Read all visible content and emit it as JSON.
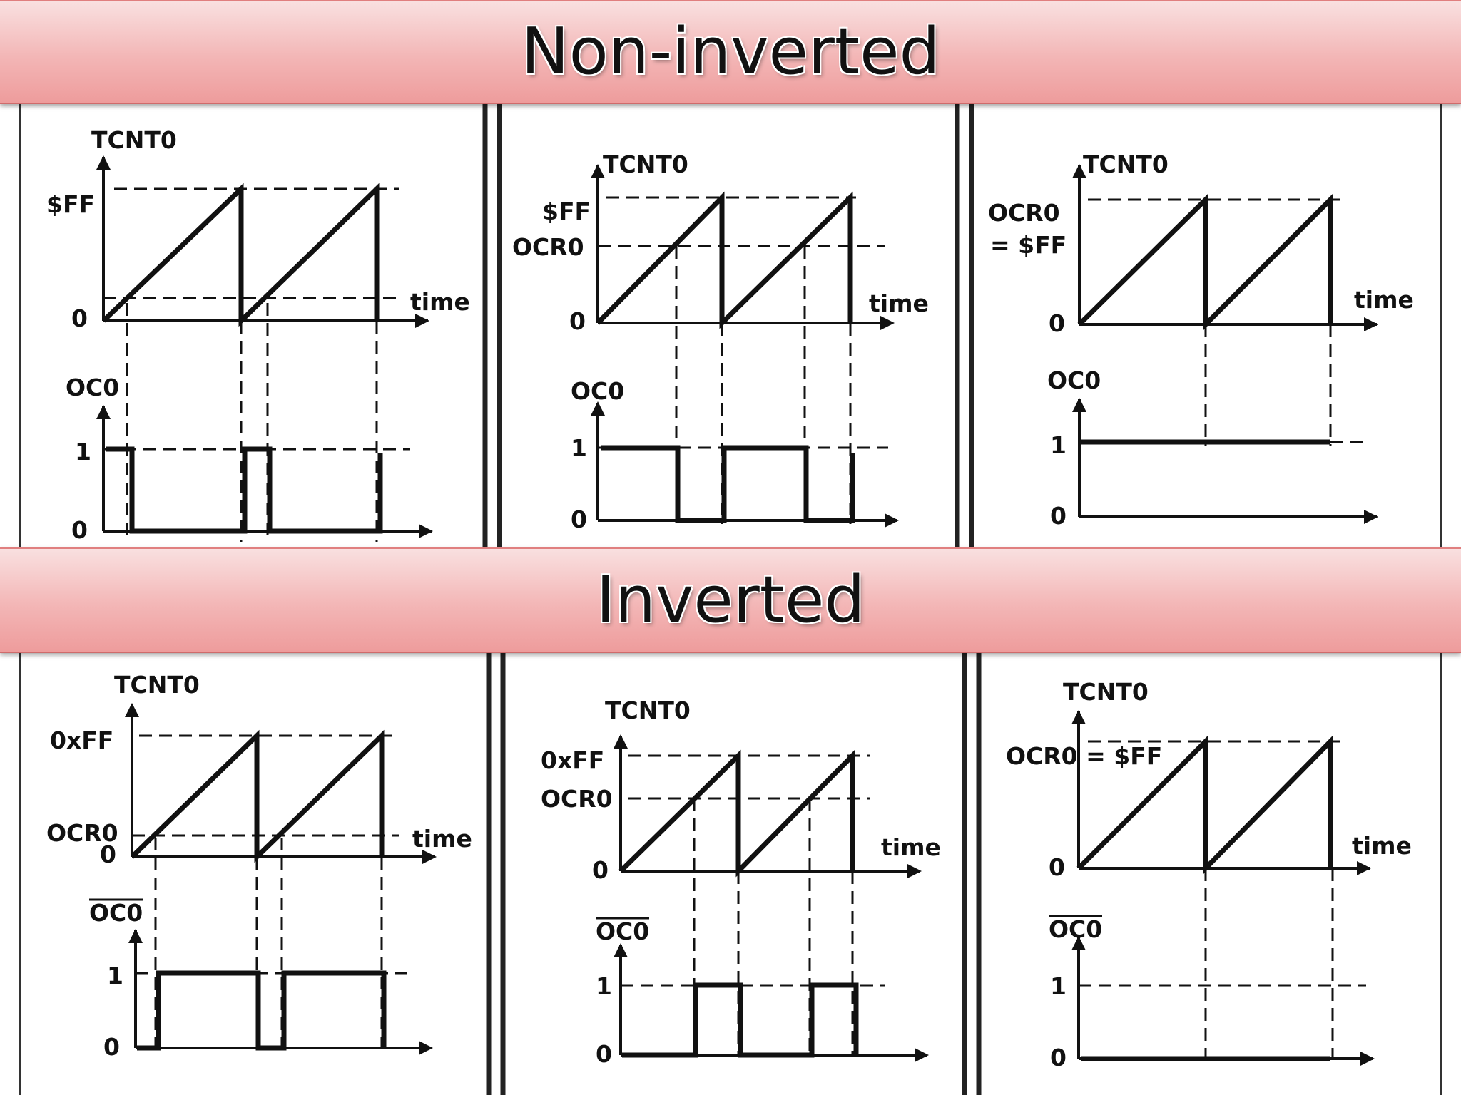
{
  "headings": {
    "non_inverted": "Non-inverted",
    "inverted": "Inverted"
  },
  "panels": {
    "ni1": {
      "y_axis": "TCNT0",
      "top": "$FF",
      "zero": "0",
      "time": "time",
      "out": "OC0",
      "one": "1",
      "low": "0"
    },
    "ni2": {
      "y_axis": "TCNT0",
      "top": "$FF",
      "ocr": "OCR0",
      "zero": "0",
      "time": "time",
      "out": "OC0",
      "one": "1",
      "low": "0"
    },
    "ni3": {
      "y_axis": "TCNT0",
      "ocr_line1": "OCR0",
      "ocr_line2": "= $FF",
      "zero": "0",
      "time": "time",
      "out": "OC0",
      "one": "1",
      "low": "0"
    },
    "i1": {
      "y_axis": "TCNT0",
      "top": "0xFF",
      "ocr": "OCR0",
      "zero": "0",
      "time": "time",
      "out": "OC0",
      "one": "1",
      "low": "0"
    },
    "i2": {
      "y_axis": "TCNT0",
      "top": "0xFF",
      "ocr": "OCR0",
      "zero": "0",
      "time": "time",
      "out": "OC0",
      "one": "1",
      "low": "0"
    },
    "i3": {
      "y_axis": "TCNT0",
      "ocr": "OCR0 = $FF",
      "zero": "0",
      "time": "time",
      "out": "OC0",
      "one": "1",
      "low": "0"
    }
  }
}
